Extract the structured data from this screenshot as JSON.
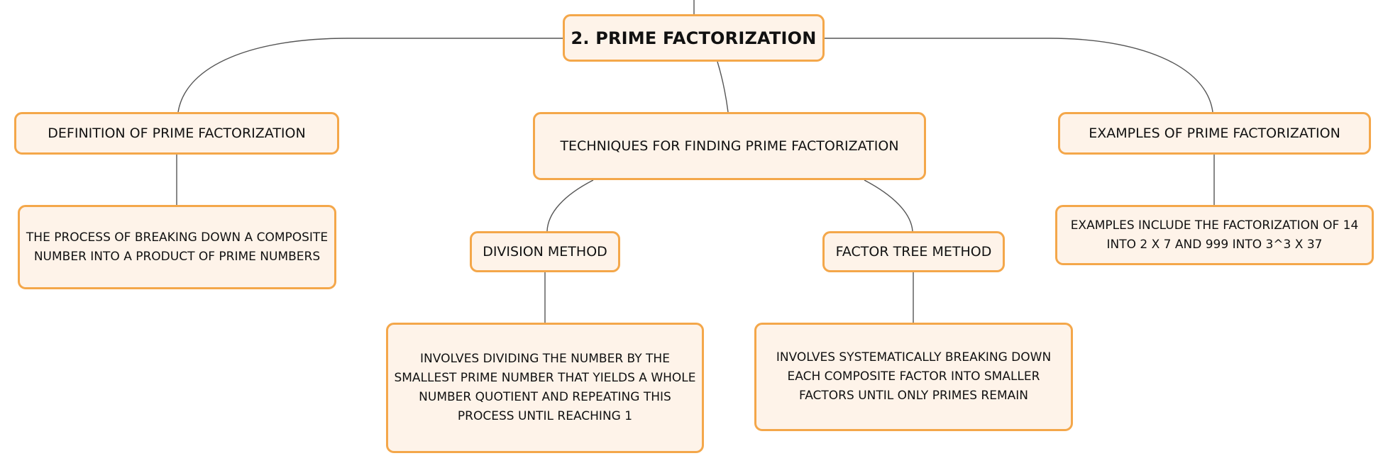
{
  "diagram": {
    "root": {
      "label": "2. PRIME FACTORIZATION"
    },
    "definition": {
      "label": "DEFINITION OF PRIME FACTORIZATION",
      "detail": "THE PROCESS OF BREAKING DOWN A COMPOSITE NUMBER INTO A PRODUCT OF PRIME NUMBERS"
    },
    "techniques": {
      "label": "TECHNIQUES FOR FINDING PRIME FACTORIZATION",
      "division": {
        "label": "DIVISION METHOD",
        "detail": "INVOLVES DIVIDING THE NUMBER BY THE SMALLEST PRIME NUMBER THAT YIELDS A WHOLE NUMBER QUOTIENT AND REPEATING THIS PROCESS UNTIL REACHING 1"
      },
      "factor_tree": {
        "label": "FACTOR TREE METHOD",
        "detail": "INVOLVES SYSTEMATICALLY BREAKING DOWN EACH COMPOSITE FACTOR INTO SMALLER FACTORS UNTIL ONLY PRIMES REMAIN"
      }
    },
    "examples": {
      "label": "EXAMPLES OF PRIME FACTORIZATION",
      "detail": "EXAMPLES INCLUDE THE FACTORIZATION OF 14 INTO 2 X 7 AND 999 INTO 3^3 X 37"
    }
  },
  "colors": {
    "node_fill": "#fef3e9",
    "node_border": "#f4a74a",
    "connector": "#555555",
    "text": "#111111"
  }
}
